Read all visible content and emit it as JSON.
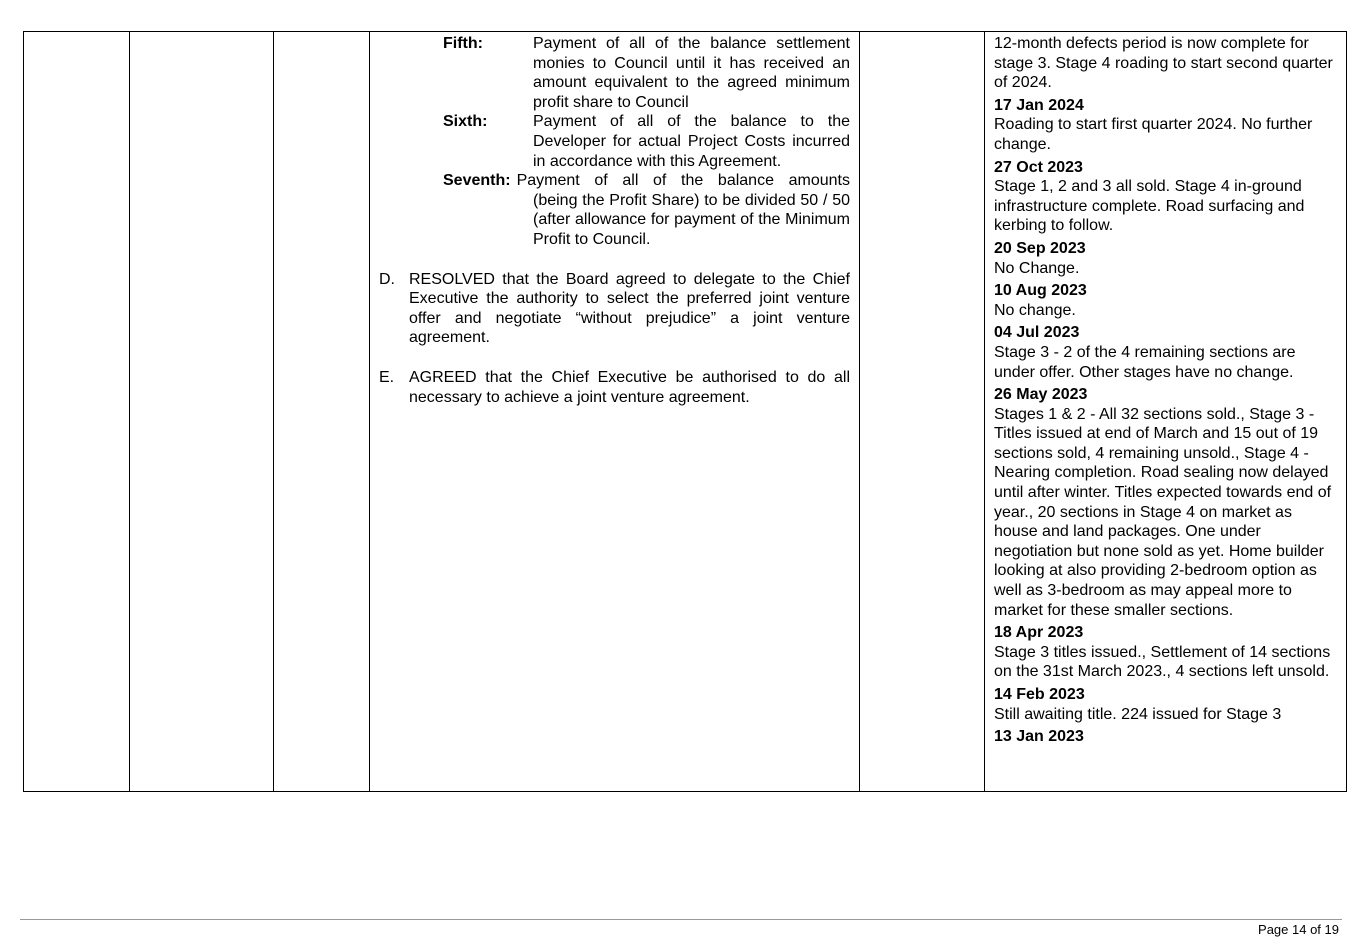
{
  "clauses": [
    {
      "label": "Fifth:",
      "text": "Payment of all of the balance settlement monies to Council until it has received an amount equivalent to the agreed minimum profit share to Council"
    },
    {
      "label": "Sixth:",
      "text": "Payment of all of the balance to the Developer for actual Project Costs incurred in accordance with this Agreement."
    }
  ],
  "seventh": {
    "label": "Seventh:",
    "first_line": "Payment of all of the balance amounts",
    "rest": "(being the Profit Share) to be divided 50 / 50 (after allowance for payment of the Minimum Profit to Council."
  },
  "resolutions": [
    {
      "letter": "D.",
      "text": "RESOLVED that the Board agreed to delegate to the Chief Executive the authority to select the preferred joint venture offer and negotiate “without prejudice” a joint venture agreement."
    },
    {
      "letter": "E.",
      "text": "AGREED that the Chief Executive be authorised to do all necessary to achieve a joint venture agreement."
    }
  ],
  "notes_intro": "12-month defects period is now complete for stage 3. Stage 4 roading to start second quarter of 2024.",
  "notes": [
    {
      "date": "17 Jan 2024",
      "text": "Roading to start first quarter 2024. No further change."
    },
    {
      "date": "27 Oct 2023",
      "text": "Stage 1, 2 and 3 all sold. Stage 4 in-ground infrastructure complete. Road surfacing and kerbing to follow."
    },
    {
      "date": "20 Sep 2023",
      "text": "No Change."
    },
    {
      "date": "10 Aug 2023",
      "text": "No change."
    },
    {
      "date": "04 Jul 2023",
      "text": "Stage 3 - 2 of the 4 remaining sections are under offer. Other stages have no change."
    },
    {
      "date": "26 May 2023",
      "text": "Stages 1 & 2 - All 32 sections sold., Stage 3 - Titles issued at end of March and 15 out of 19 sections sold, 4 remaining unsold., Stage 4 - Nearing completion. Road sealing now delayed until after winter. Titles expected towards end of year., 20 sections in Stage 4 on market as house and land packages. One under negotiation but none sold as yet. Home builder looking at also providing 2-bedroom option as well as 3-bedroom as may appeal more to market for these smaller sections."
    },
    {
      "date": "18 Apr 2023",
      "text": "Stage 3 titles issued., Settlement of 14 sections on the 31st March 2023., 4 sections left unsold."
    },
    {
      "date": "14 Feb 2023",
      "text": "Still awaiting title. 224 issued for Stage 3"
    },
    {
      "date": "13 Jan 2023",
      "text": ""
    }
  ],
  "footer": {
    "page": "Page 14 of 19"
  }
}
